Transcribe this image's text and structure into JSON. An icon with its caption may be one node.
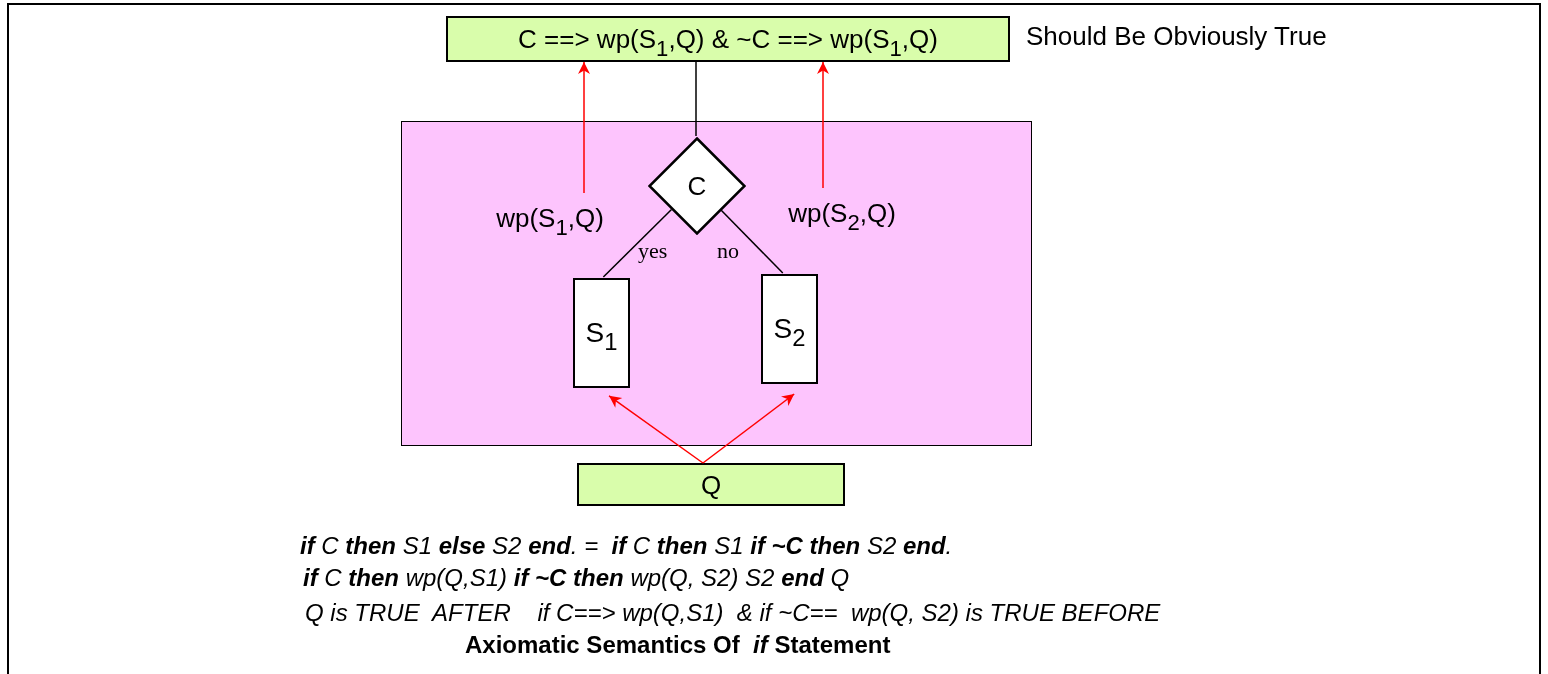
{
  "diagram": {
    "caption": "Axiomatic Semantics Of  *if* Statement",
    "nodes": [
      {
        "text": [
          "C ==> wp(S$_{1}$,Q) & ~C ==> wp(S$_{1}$,Q)"
        ],
        "beside": [
          "Should Be Obviously True"
        ]
      },
      {
        "text": [],
        "shape": "box"
      },
      {
        "text": [
          "C"
        ],
        "in": 1
      },
      {
        "text": [
          "S$_{1}$"
        ],
        "in": 1
      },
      {
        "text": [
          "S$_{2}$"
        ],
        "in": 1
      },
      {
        "text": [
          "Q"
        ]
      },
      {
        "text": [
          "wp(S$_{1}$,Q)"
        ],
        "in": 1
      },
      {
        "text": [
          "wp(S$_{2}$,Q)"
        ],
        "in": 1
      }
    ],
    "edges": [
      {
        "from": 6,
        "to": 0,
        "arrow": "to"
      },
      {
        "from": 7,
        "to": 0,
        "arrow": "to"
      },
      {
        "from": 2,
        "to": 0,
        "arrow": "none",
        "color": "#000000"
      },
      {
        "from": 2,
        "to": 3,
        "arrow": "none",
        "label": "yes",
        "color": "#000000"
      },
      {
        "from": 2,
        "to": 4,
        "arrow": "none",
        "label": "no",
        "color": "#000000"
      },
      {
        "from": 5,
        "to": 3,
        "arrow": "to"
      },
      {
        "from": 5,
        "to": 4,
        "arrow": "to"
      }
    ],
    "labels": [
      "**if** C **then** S1 **else** S2 **end**. =  **if** C **then** S1 **if ~C then** S2 **end**.",
      "**if** C **then** wp(Q,S1) **if ~C then** wp(Q, S2) S2 **end** Q",
      "Q is TRUE  AFTER    if C==> wp(Q,S1)  & if ~C==  wp(Q, S2) is TRUE BEFORE"
    ]
  }
}
